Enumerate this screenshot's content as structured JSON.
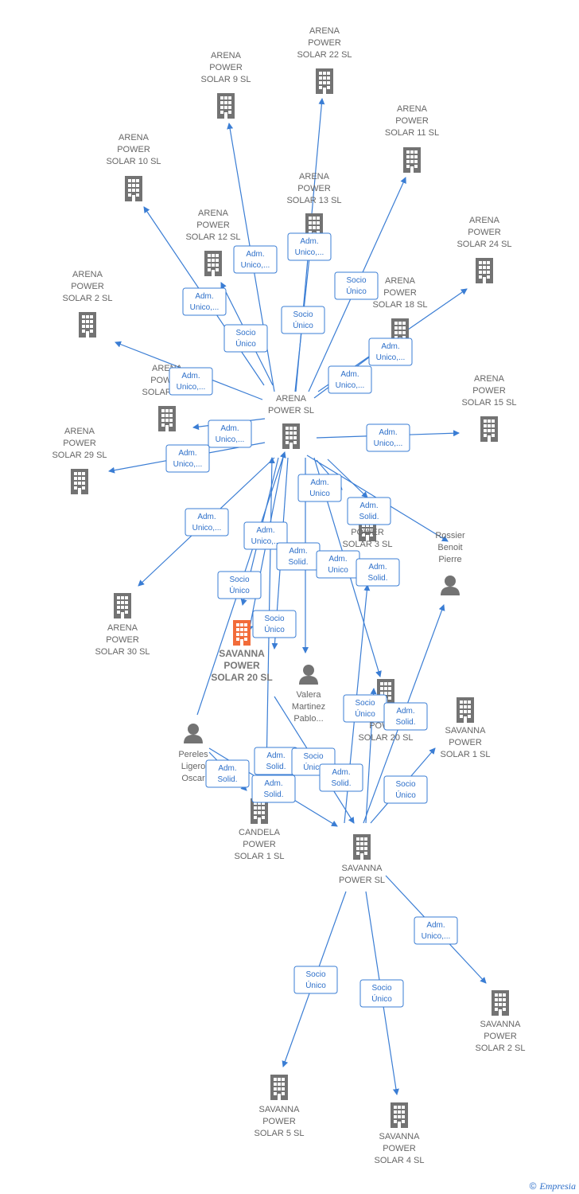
{
  "nodes": [
    {
      "id": "arena22",
      "lines": [
        "ARENA",
        "POWER",
        "SOLAR 22  SL"
      ],
      "type": "company"
    },
    {
      "id": "arena9",
      "lines": [
        "ARENA",
        "POWER",
        "SOLAR 9  SL"
      ],
      "type": "company"
    },
    {
      "id": "arena11",
      "lines": [
        "ARENA",
        "POWER",
        "SOLAR 11  SL"
      ],
      "type": "company"
    },
    {
      "id": "arena10",
      "lines": [
        "ARENA",
        "POWER",
        "SOLAR 10  SL"
      ],
      "type": "company"
    },
    {
      "id": "arena13",
      "lines": [
        "ARENA",
        "POWER",
        "SOLAR 13  SL"
      ],
      "type": "company"
    },
    {
      "id": "arena12",
      "lines": [
        "ARENA",
        "POWER",
        "SOLAR 12  SL"
      ],
      "type": "company"
    },
    {
      "id": "arena24",
      "lines": [
        "ARENA",
        "POWER",
        "SOLAR 24  SL"
      ],
      "type": "company"
    },
    {
      "id": "arena2",
      "lines": [
        "ARENA",
        "POWER",
        "SOLAR 2  SL"
      ],
      "type": "company"
    },
    {
      "id": "arena18",
      "lines": [
        "ARENA",
        "POWER",
        "SOLAR 18  SL"
      ],
      "type": "company"
    },
    {
      "id": "arena8",
      "lines": [
        "ARENA",
        "POWER",
        "SOLAR 8  SL"
      ],
      "type": "company"
    },
    {
      "id": "arenaSL",
      "lines": [
        "ARENA",
        "POWER  SL"
      ],
      "type": "company"
    },
    {
      "id": "arena15",
      "lines": [
        "ARENA",
        "POWER",
        "SOLAR 15  SL"
      ],
      "type": "company"
    },
    {
      "id": "arena29",
      "lines": [
        "ARENA",
        "POWER",
        "SOLAR 29  SL"
      ],
      "type": "company"
    },
    {
      "id": "savanna3",
      "lines": [
        "SAVANNA",
        "POWER",
        "SOLAR 3  SL"
      ],
      "type": "company"
    },
    {
      "id": "rossier",
      "lines": [
        "Rossier",
        "Benoit",
        "Pierre"
      ],
      "type": "person"
    },
    {
      "id": "arena30",
      "lines": [
        "ARENA",
        "POWER",
        "SOLAR 30  SL"
      ],
      "type": "company"
    },
    {
      "id": "savanna20hl",
      "lines": [
        "SAVANNA",
        "POWER",
        "SOLAR 20  SL"
      ],
      "type": "highlight"
    },
    {
      "id": "valera",
      "lines": [
        "Valera",
        "Martinez",
        "Pablo..."
      ],
      "type": "person"
    },
    {
      "id": "savanna20",
      "lines": [
        "SAVANNA",
        "POWER",
        "SOLAR 20  SL"
      ],
      "type": "company"
    },
    {
      "id": "savanna1",
      "lines": [
        "SAVANNA",
        "POWER",
        "SOLAR 1  SL"
      ],
      "type": "company"
    },
    {
      "id": "pereles",
      "lines": [
        "Pereles",
        "Ligero",
        "Oscar"
      ],
      "type": "person"
    },
    {
      "id": "candela1",
      "lines": [
        "CANDELA",
        "POWER",
        "SOLAR 1  SL"
      ],
      "type": "company"
    },
    {
      "id": "savannaSL",
      "lines": [
        "SAVANNA",
        "POWER  SL"
      ],
      "type": "company"
    },
    {
      "id": "savanna2",
      "lines": [
        "SAVANNA",
        "POWER",
        "SOLAR 2  SL"
      ],
      "type": "company"
    },
    {
      "id": "savanna5",
      "lines": [
        "SAVANNA",
        "POWER",
        "SOLAR 5  SL"
      ],
      "type": "company"
    },
    {
      "id": "savanna4",
      "lines": [
        "SAVANNA",
        "POWER",
        "SOLAR 4  SL"
      ],
      "type": "company"
    }
  ],
  "edge_labels": [
    [
      "Adm.",
      "Unico,..."
    ],
    [
      "Adm.",
      "Unico,..."
    ],
    [
      "Socio",
      "Único"
    ],
    [
      "Adm.",
      "Unico,..."
    ],
    [
      "Socio",
      "Único"
    ],
    [
      "Socio",
      "Único"
    ],
    [
      "Adm.",
      "Unico,..."
    ],
    [
      "Adm.",
      "Unico,..."
    ],
    [
      "Adm.",
      "Unico,..."
    ],
    [
      "Adm.",
      "Unico,..."
    ],
    [
      "Adm.",
      "Unico,..."
    ],
    [
      "Adm.",
      "Unico,..."
    ],
    [
      "Adm.",
      "Unico"
    ],
    [
      "Adm.",
      "Solid."
    ],
    [
      "Adm.",
      "Unico,..."
    ],
    [
      "Adm.",
      "Unico,..."
    ],
    [
      "Adm.",
      "Solid."
    ],
    [
      "Socio",
      "Único"
    ],
    [
      "Adm.",
      "Unico"
    ],
    [
      "Adm.",
      "Solid."
    ],
    [
      "Socio",
      "Único"
    ],
    [
      "Socio",
      "Único"
    ],
    [
      "Adm.",
      "Solid."
    ],
    [
      "Adm.",
      "Solid."
    ],
    [
      "Socio",
      "Único"
    ],
    [
      "Adm.",
      "Solid."
    ],
    [
      "Adm.",
      "Solid."
    ],
    [
      "Adm.",
      "Solid."
    ],
    [
      "Socio",
      "Único"
    ],
    [
      "Adm.",
      "Unico,..."
    ],
    [
      "Socio",
      "Único"
    ],
    [
      "Socio",
      "Único"
    ]
  ],
  "colors": {
    "edge": "#3a7dd4",
    "company": "#737373",
    "highlight": "#f26c3a",
    "person": "#737373"
  },
  "footer": {
    "copyright": "©",
    "brand": "Empresia"
  }
}
